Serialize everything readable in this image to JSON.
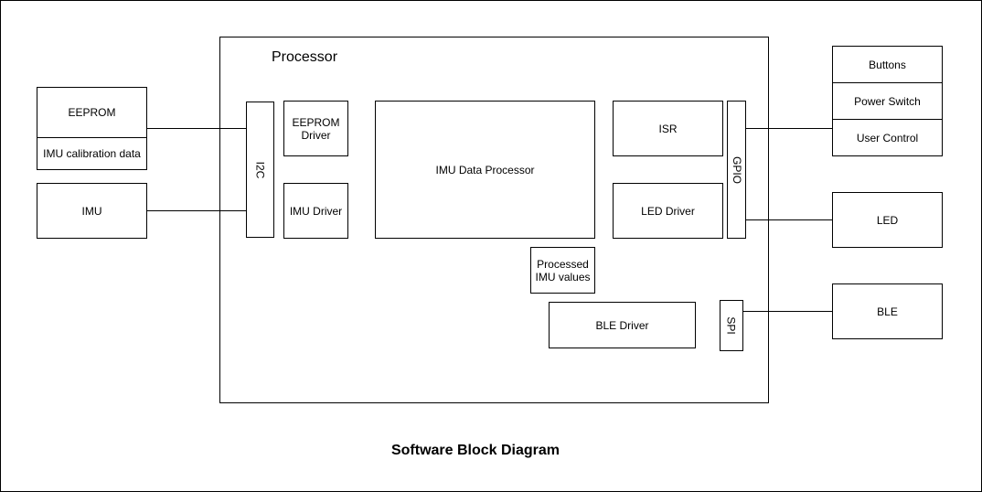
{
  "title": "Software Block Diagram",
  "processor": {
    "label": "Processor",
    "blocks": {
      "eeprom_driver": "EEPROM\nDriver",
      "imu_driver": "IMU Driver",
      "imu_data_processor": "IMU Data Processor",
      "isr": "ISR",
      "led_driver": "LED Driver",
      "processed_imu_values": "Processed\nIMU values",
      "ble_driver": "BLE Driver"
    },
    "interfaces": {
      "i2c": "I2C",
      "gpio": "GPIO",
      "spi": "SPI"
    }
  },
  "external": {
    "eeprom": "EEPROM",
    "imu_calibration_data": "IMU calibration data",
    "imu": "IMU",
    "buttons": "Buttons",
    "power_switch": "Power Switch",
    "user_control": "User Control",
    "led": "LED",
    "ble": "BLE"
  }
}
